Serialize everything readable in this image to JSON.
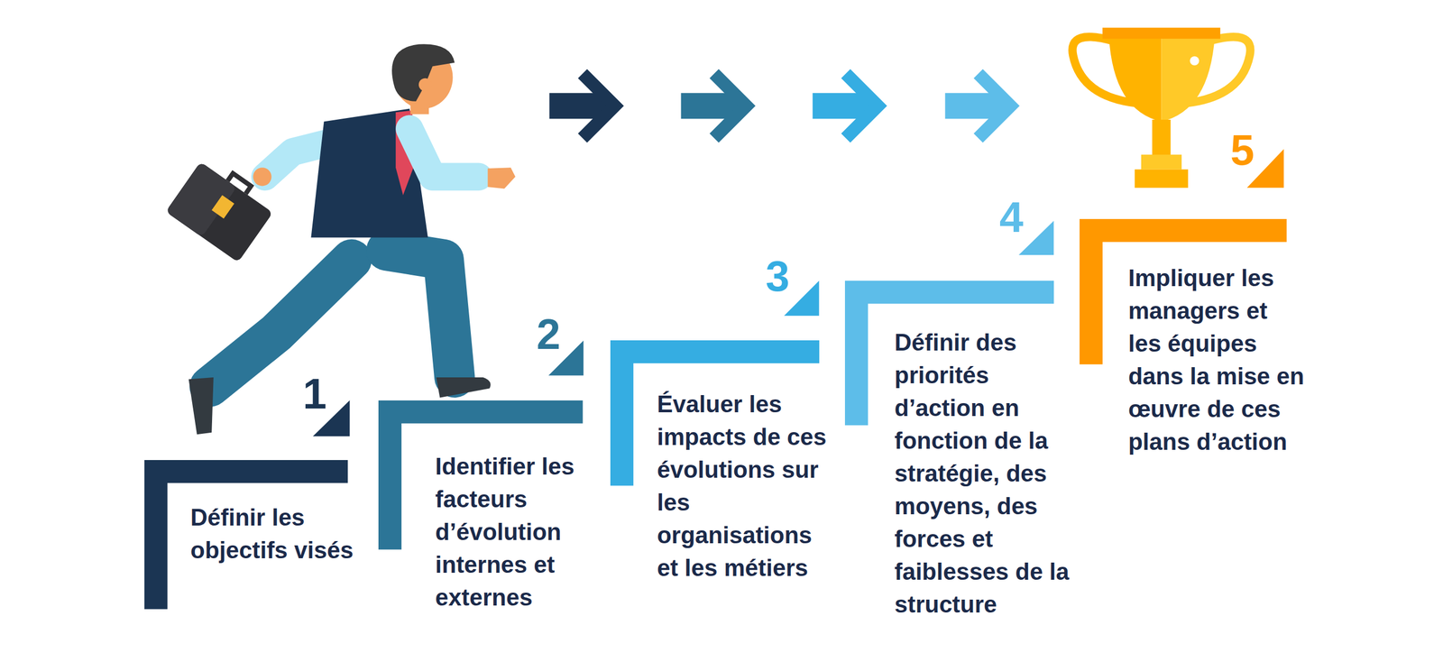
{
  "diagram": {
    "nodes": [
      {
        "text": [
          "Définir les objectifs visés"
        ]
      },
      {
        "text": [
          "Identifier les facteurs d’évolution internes et externes"
        ]
      },
      {
        "text": [
          "Évaluer les impacts de ces évolutions sur les organisations et les métiers"
        ]
      },
      {
        "text": [
          "Définir des priorités d’action en fonction de la stratégie, des moyens, des forces et faiblesses de la structure"
        ]
      },
      {
        "text": [
          "Impliquer les managers et les équipes dans la mise en œuvre de ces plans d’action"
        ]
      }
    ],
    "labels": [
      "1",
      "2",
      "3",
      "4",
      "5"
    ]
  }
}
